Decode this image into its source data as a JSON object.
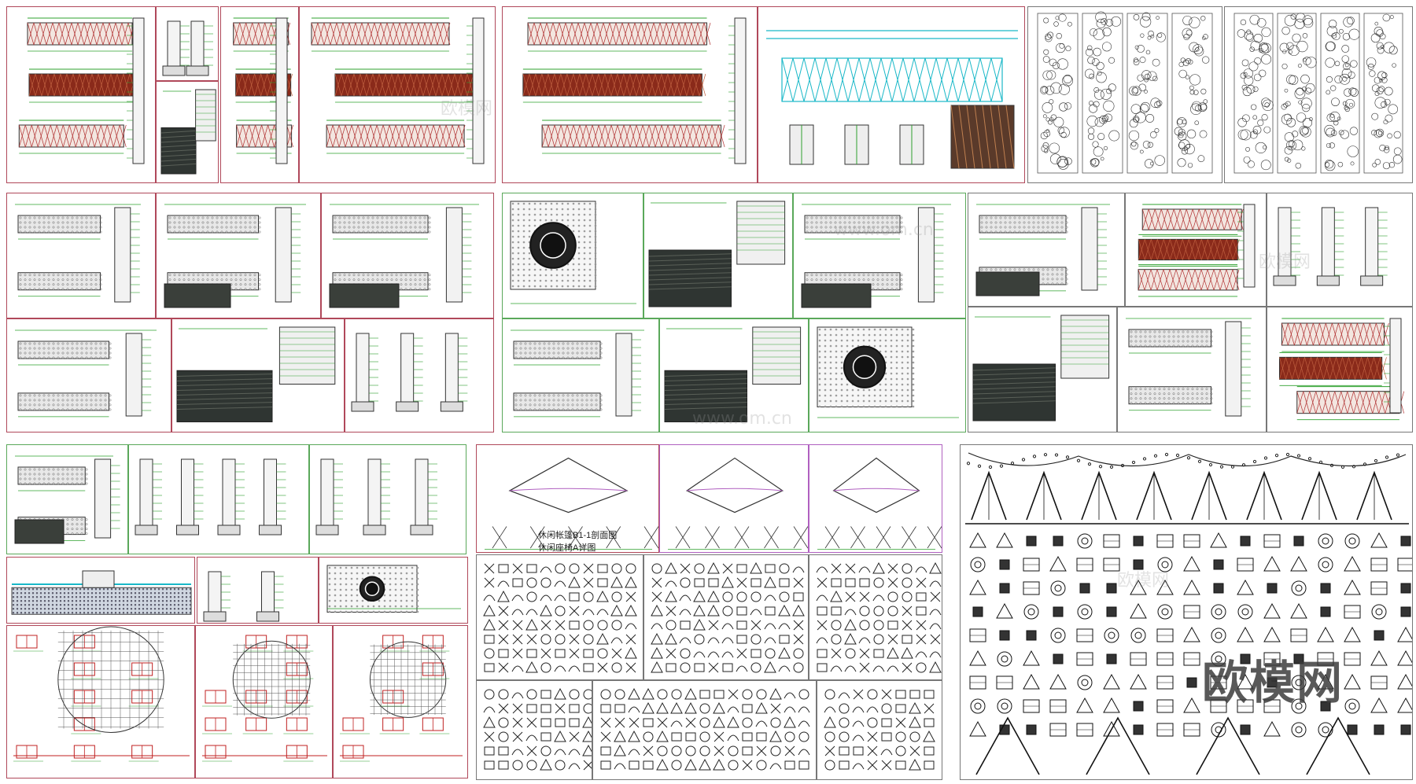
{
  "sheet": {
    "background": "#ffffff",
    "frame_color": "#b0485a",
    "line_colors": {
      "dim": "#2ea02e",
      "cyan": "#1ab8c8",
      "red": "#c02020",
      "ink": "#333333",
      "purple": "#b060c0"
    }
  },
  "captions": {
    "tent_section": "休闲帐篷B1-1剖面图",
    "tent_detail": "休闲座椅A详图"
  },
  "watermark": {
    "text": "欧模网"
  },
  "ghost_marks": [
    "欧模网",
    "www.om.cn"
  ]
}
